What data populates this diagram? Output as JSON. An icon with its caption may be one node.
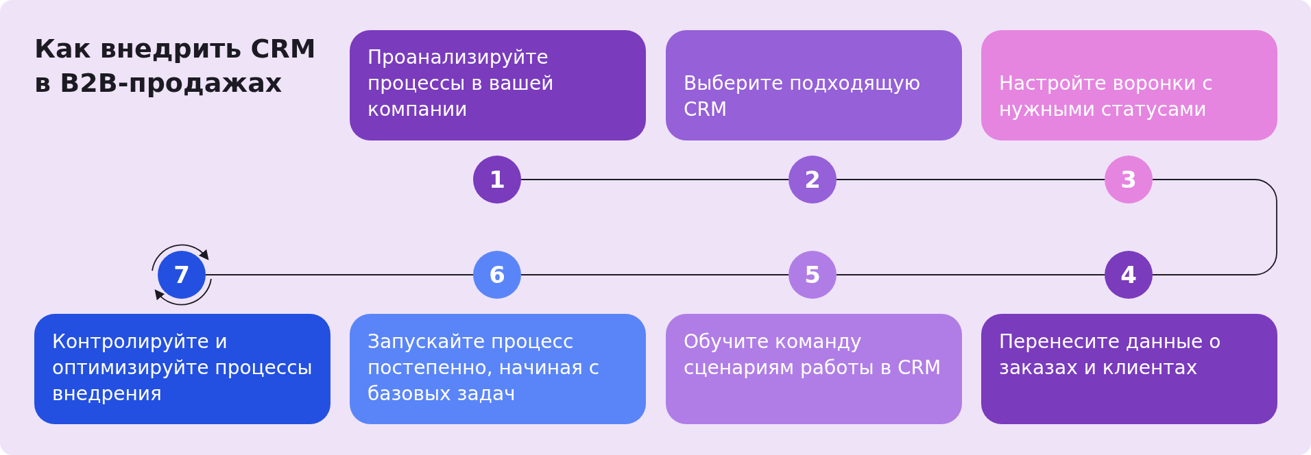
{
  "diagram": {
    "title": "Как внедрить CRM в B2B-продажах",
    "nodes": [
      {
        "text": [
          "Проанализируйте процессы в вашей компании"
        ]
      },
      {
        "text": [
          "Выберите подходящую CRM"
        ]
      },
      {
        "text": [
          "Настройте воронки с нужными статусами"
        ]
      },
      {
        "text": [
          "1"
        ]
      },
      {
        "text": [
          "2"
        ]
      },
      {
        "text": [
          "3"
        ]
      },
      {
        "text": [
          "7"
        ]
      },
      {
        "text": [
          "6"
        ]
      },
      {
        "text": [
          "5"
        ]
      },
      {
        "text": [
          "4"
        ]
      },
      {
        "text": [
          "Контролируйте и оптимизируйте процессы внедрения"
        ]
      },
      {
        "text": [
          "Запускайте процесс постепенно, начиная с базовых задач"
        ]
      },
      {
        "text": [
          "Обучите команду сценариям работы в CRM"
        ]
      },
      {
        "text": [
          "Перенесите данные о заказах и клиентах"
        ]
      }
    ],
    "edges": [
      {
        "from": 3,
        "to": 4,
        "arrow": "none"
      },
      {
        "from": 4,
        "to": 5,
        "arrow": "none"
      },
      {
        "from": 5,
        "to": 9,
        "arrow": "none"
      },
      {
        "from": 9,
        "to": 8,
        "arrow": "none"
      },
      {
        "from": 8,
        "to": 7,
        "arrow": "none"
      },
      {
        "from": 7,
        "to": 6,
        "arrow": "none"
      }
    ]
  }
}
